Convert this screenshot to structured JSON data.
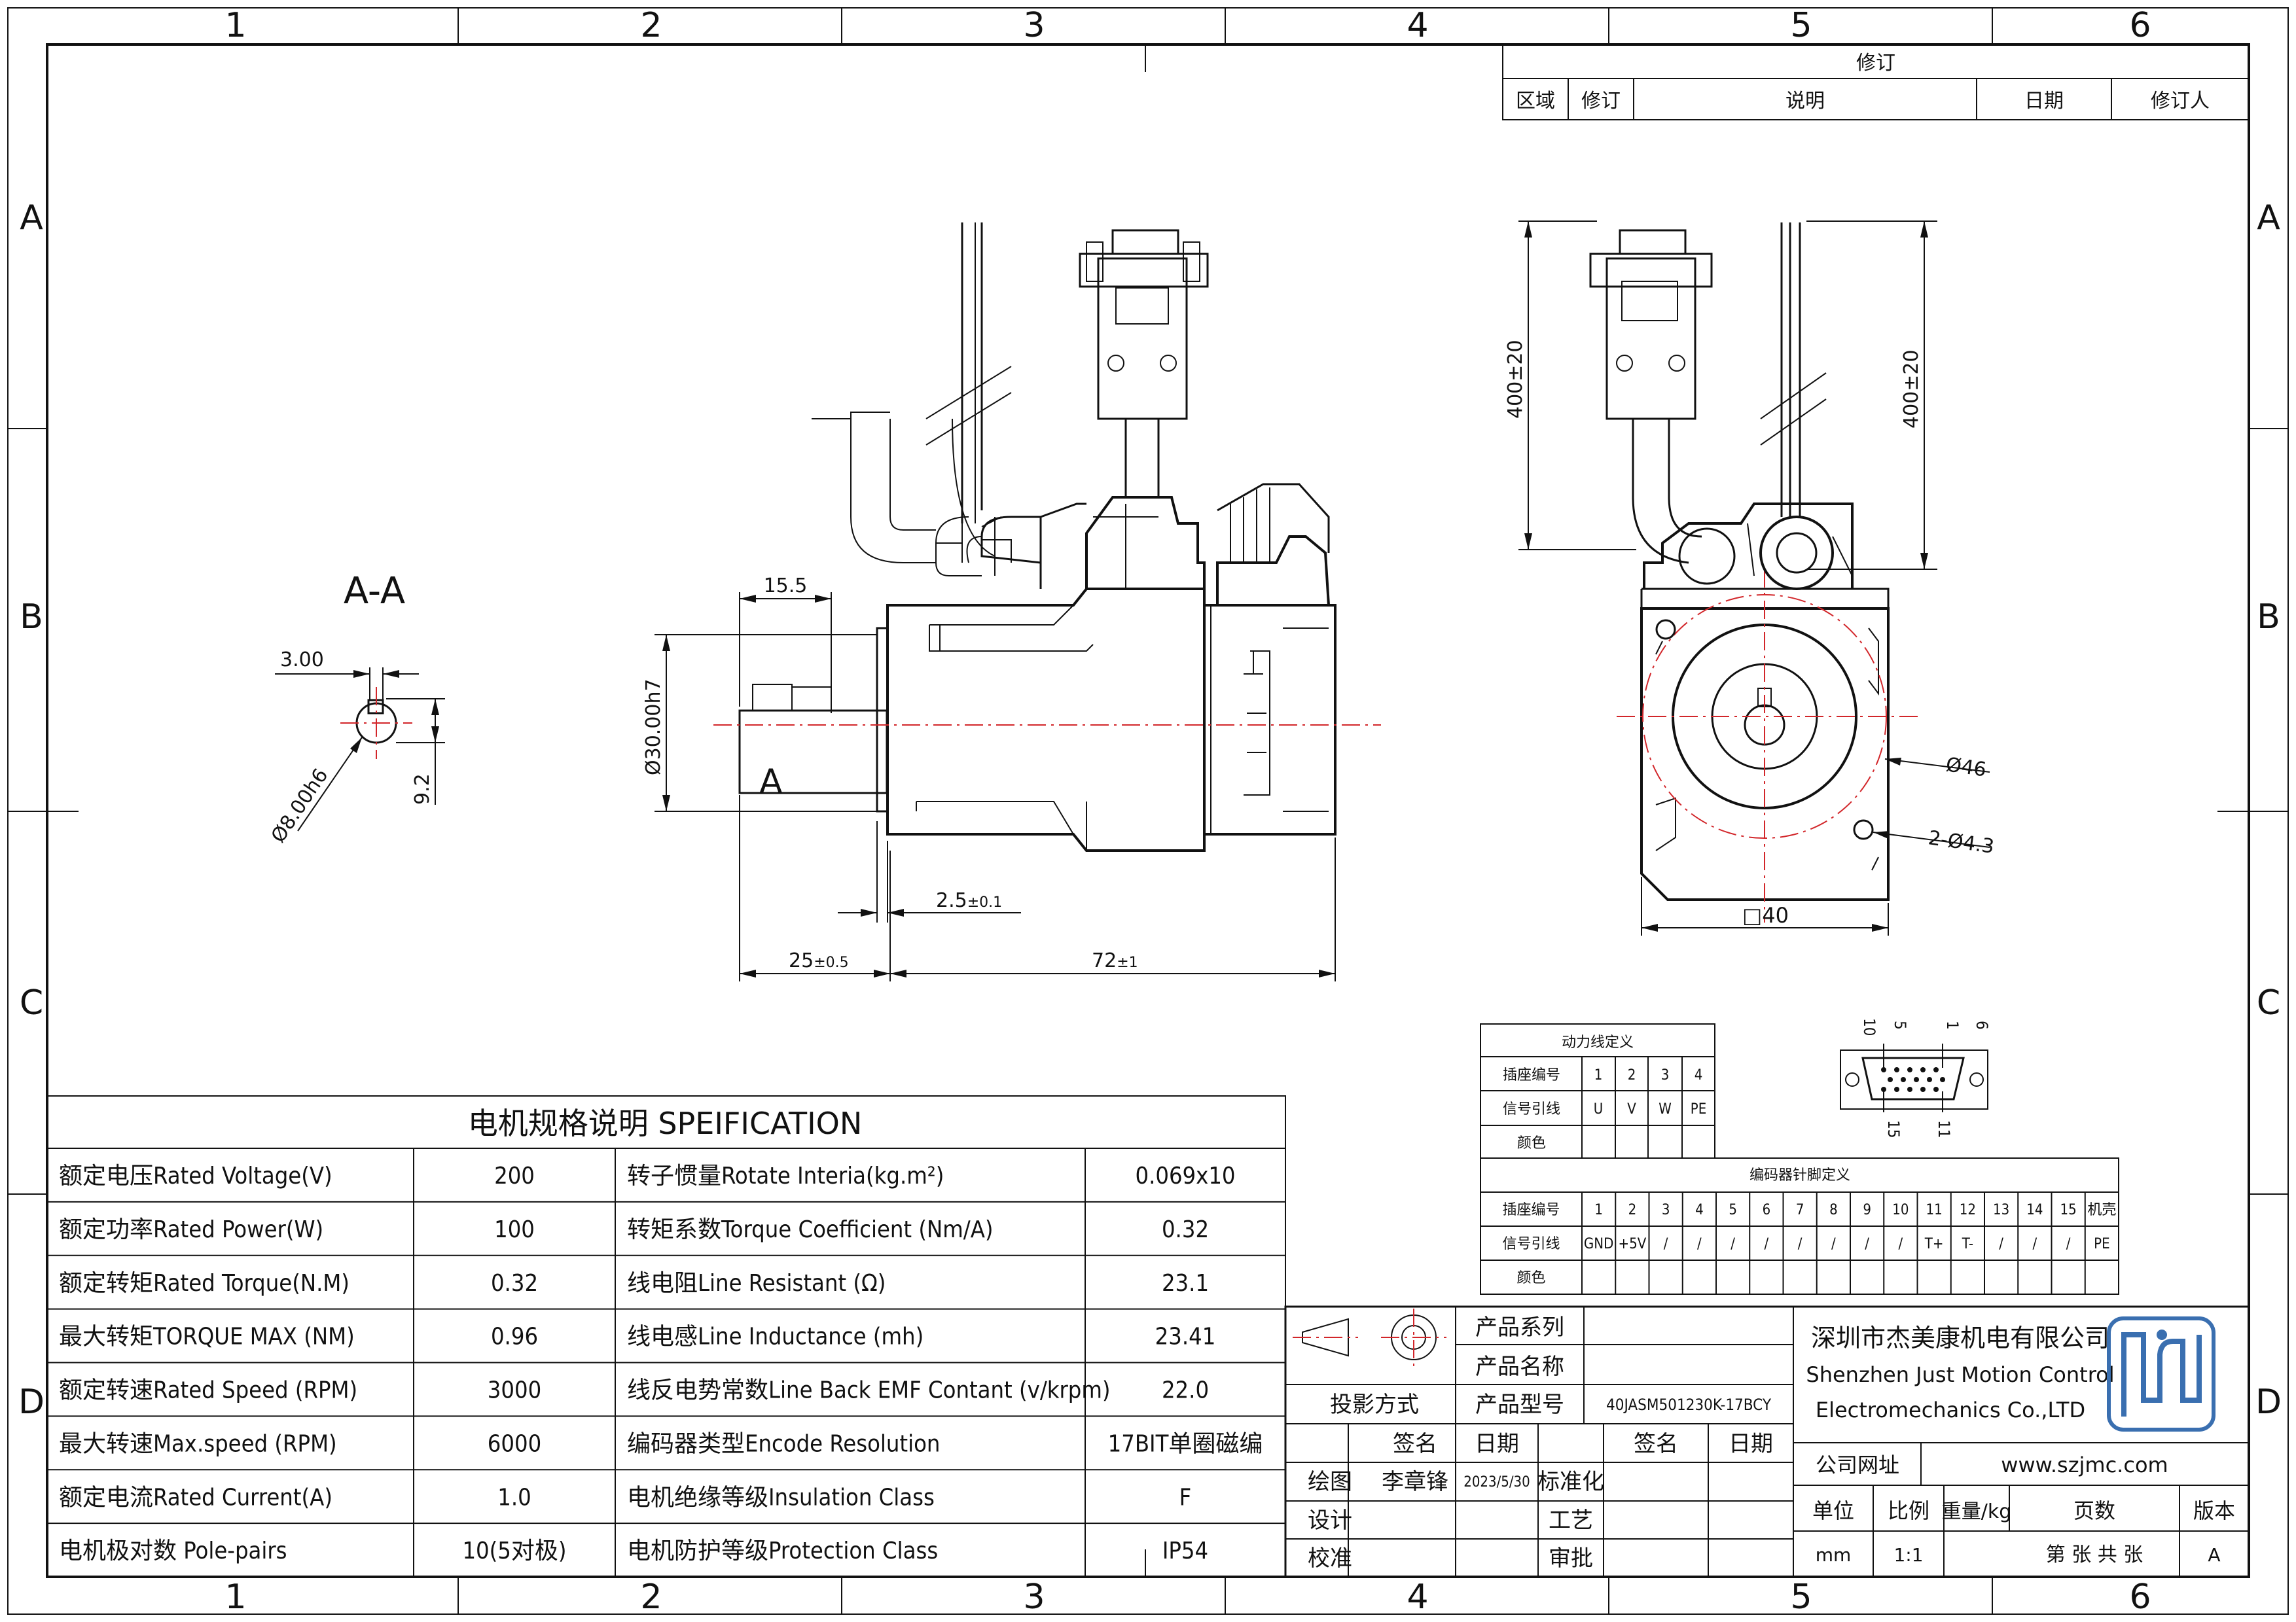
{
  "frame": {
    "cols": [
      "1",
      "2",
      "3",
      "4",
      "5",
      "6"
    ],
    "rows": [
      "A",
      "B",
      "C",
      "D"
    ]
  },
  "revision": {
    "title": "修订",
    "headers": [
      "区域",
      "修订",
      "说明",
      "日期",
      "修订人"
    ]
  },
  "views": {
    "section_label": "A-A",
    "section_marker": "A",
    "dims": {
      "key_width": "3.00",
      "shaft_dia": "Ø8.00h6",
      "key_depth": "9.2",
      "shaft_len": "15.5",
      "pilot_dia": "Ø30.00h7",
      "pilot_len": "2.5",
      "pilot_tol": "±0.1",
      "shaft_total": "25",
      "shaft_total_tol": "±0.5",
      "body_len": "72",
      "body_len_tol": "±1",
      "cable1": "400±20",
      "cable2": "400±20",
      "pcd": "Ø46",
      "holes": "2-Ø4.3",
      "flange": "□40"
    }
  },
  "power_table": {
    "title": "动力线定义",
    "rows": [
      [
        "插座编号",
        "1",
        "2",
        "3",
        "4"
      ],
      [
        "信号引线",
        "U",
        "V",
        "W",
        "PE"
      ],
      [
        "颜色",
        "",
        "",
        "",
        ""
      ]
    ]
  },
  "encoder_table": {
    "title": "编码器针脚定义",
    "rows": [
      [
        "插座编号",
        "1",
        "2",
        "3",
        "4",
        "5",
        "6",
        "7",
        "8",
        "9",
        "10",
        "11",
        "12",
        "13",
        "14",
        "15",
        "机壳"
      ],
      [
        "信号引线",
        "GND",
        "+5V",
        "/",
        "/",
        "/",
        "/",
        "/",
        "/",
        "/",
        "/",
        "T+",
        "T-",
        "/",
        "/",
        "/",
        "PE"
      ],
      [
        "颜色",
        "",
        "",
        "",
        "",
        "",
        "",
        "",
        "",
        "",
        "",
        "",
        "",
        "",
        "",
        "",
        ""
      ]
    ]
  },
  "connector_pins": {
    "p5": "5",
    "p1": "1",
    "p6": "6",
    "p10": "10",
    "p15": "15",
    "p11": "11"
  },
  "spec": {
    "title": "电机规格说明 SPEIFICATION",
    "rows": [
      [
        "额定电压Rated Voltage(V)",
        "200",
        "转子惯量Rotate Interia(kg.m²)",
        "0.069x10"
      ],
      [
        "额定功率Rated Power(W)",
        "100",
        "转矩系数Torque Coefficient (Nm/A)",
        "0.32"
      ],
      [
        "额定转矩Rated Torque(N.M)",
        "0.32",
        "线电阻Line Resistant (Ω)",
        "23.1"
      ],
      [
        "最大转矩TORQUE MAX (NM)",
        "0.96",
        "线电感Line Inductance (mh)",
        "23.41"
      ],
      [
        "额定转速Rated Speed (RPM)",
        "3000",
        "线反电势常数Line Back EMF Contant (v/krpm)",
        "22.0"
      ],
      [
        "最大转速Max.speed (RPM)",
        "6000",
        "编码器类型Encode Resolution",
        "17BIT单圈磁编"
      ],
      [
        "额定电流Rated Current(A)",
        "1.0",
        "电机绝缘等级Insulation Class",
        "F"
      ],
      [
        "电机极对数 Pole-pairs",
        "10(5对极)",
        "电机防护等级Protection Class",
        "IP54"
      ]
    ]
  },
  "title_block": {
    "projection": "投影方式",
    "series_label": "产品系列",
    "name_label": "产品名称",
    "model_label": "产品型号",
    "model": "40JASM501230K-17BCY",
    "sign": "签名",
    "date": "日期",
    "draw": "绘图",
    "drawer": "李章锋",
    "draw_date": "2023/5/30",
    "design": "设计",
    "check": "校准",
    "standard": "标准化",
    "craft": "工艺",
    "approve": "审批",
    "sign2": "签名",
    "date2": "日期",
    "company_cn": "深圳市杰美康机电有限公司",
    "company_en1": "Shenzhen Just Motion Control",
    "company_en2": "Electromechanics Co.,LTD",
    "site_label": "公司网址",
    "site": "www.szjmc.com",
    "unit_label": "单位",
    "scale_label": "比例",
    "weight_label": "重量/kg",
    "pages_label": "页数",
    "version_label": "版本",
    "unit": "mm",
    "scale": "1:1",
    "pages": "第 张 共 张",
    "version": "A"
  }
}
